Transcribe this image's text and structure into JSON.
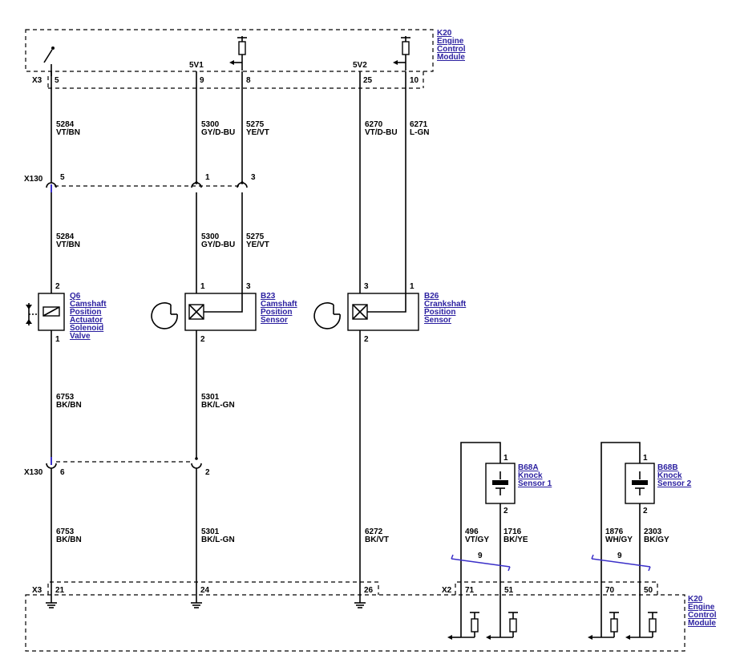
{
  "modules": {
    "ecm_top": {
      "ref": "K20",
      "name_lines": [
        "Engine",
        "Control",
        "Module"
      ]
    },
    "ecm_bottom": {
      "ref": "K20",
      "name_lines": [
        "Engine",
        "Control",
        "Module"
      ]
    }
  },
  "connectors": {
    "x3_top": {
      "name": "X3",
      "pins": [
        "5",
        "9",
        "8",
        "25",
        "10"
      ]
    },
    "x130_a": {
      "name": "X130",
      "pins": [
        "5",
        "1",
        "3"
      ]
    },
    "x130_b": {
      "name": "X130",
      "pins": [
        "6",
        "2"
      ]
    },
    "x3_bottom": {
      "name": "X3",
      "pins": [
        "21",
        "24",
        "26"
      ]
    },
    "x2": {
      "name": "X2",
      "pins": [
        "71",
        "51",
        "70",
        "50"
      ]
    }
  },
  "supply_labels": [
    "5V1",
    "5V2"
  ],
  "wires": {
    "w5284_top": {
      "circuit": "5284",
      "color": "VT/BN"
    },
    "w5300_top": {
      "circuit": "5300",
      "color": "GY/D-BU"
    },
    "w5275_top": {
      "circuit": "5275",
      "color": "YE/VT"
    },
    "w6270": {
      "circuit": "6270",
      "color": "VT/D-BU"
    },
    "w6271": {
      "circuit": "6271",
      "color": "L-GN"
    },
    "w5284_mid": {
      "circuit": "5284",
      "color": "VT/BN"
    },
    "w5300_mid": {
      "circuit": "5300",
      "color": "GY/D-BU"
    },
    "w5275_mid": {
      "circuit": "5275",
      "color": "YE/VT"
    },
    "w6753_mid": {
      "circuit": "6753",
      "color": "BK/BN"
    },
    "w5301_mid": {
      "circuit": "5301",
      "color": "BK/L-GN"
    },
    "w6753_low": {
      "circuit": "6753",
      "color": "BK/BN"
    },
    "w5301_low": {
      "circuit": "5301",
      "color": "BK/L-GN"
    },
    "w6272": {
      "circuit": "6272",
      "color": "BK/VT"
    },
    "w496": {
      "circuit": "496",
      "color": "VT/GY"
    },
    "w1716": {
      "circuit": "1716",
      "color": "BK/YE"
    },
    "w1876": {
      "circuit": "1876",
      "color": "WH/GY"
    },
    "w2303": {
      "circuit": "2303",
      "color": "BK/GY"
    }
  },
  "twisted_pairs": [
    "9",
    "9"
  ],
  "components": {
    "q6": {
      "ref": "Q6",
      "name_lines": [
        "Camshaft",
        "Position",
        "Actuator",
        "Solenoid",
        "Valve"
      ],
      "pins": [
        "2",
        "1"
      ]
    },
    "b23": {
      "ref": "B23",
      "name_lines": [
        "Camshaft",
        "Position",
        "Sensor"
      ],
      "pins": [
        "1",
        "3",
        "2"
      ]
    },
    "b26": {
      "ref": "B26",
      "name_lines": [
        "Crankshaft",
        "Position",
        "Sensor"
      ],
      "pins": [
        "3",
        "1",
        "2"
      ]
    },
    "b68a": {
      "ref": "B68A",
      "name_lines": [
        "Knock",
        "Sensor 1"
      ],
      "pins": [
        "1",
        "2"
      ]
    },
    "b68b": {
      "ref": "B68B",
      "name_lines": [
        "Knock",
        "Sensor 2"
      ],
      "pins": [
        "1",
        "2"
      ]
    }
  },
  "colors": {
    "link": "#2a1fa0",
    "twist": "#3a2fc8",
    "line": "#000000"
  }
}
